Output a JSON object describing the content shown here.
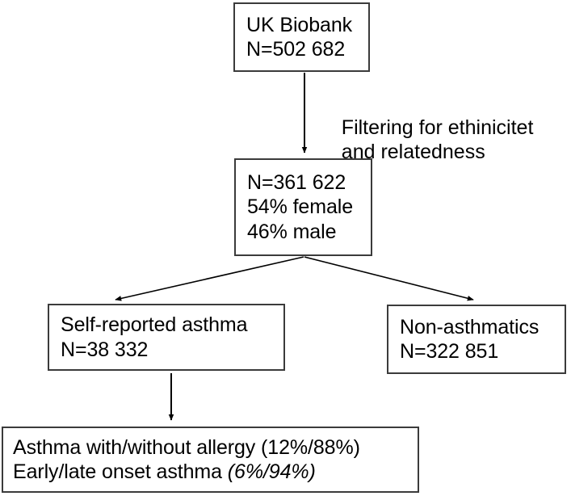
{
  "diagram": {
    "title": "UK Biobank asthma cohort flowchart",
    "type": "flowchart",
    "stroke_color": "#3b3b3b",
    "text_color": "#000000",
    "background": "#ffffff",
    "nodes": {
      "uk_biobank": {
        "line1": "UK Biobank",
        "line2": "N=502 682"
      },
      "filtered": {
        "line1": "N=361 622",
        "line2": "54% female",
        "line3": "46% male"
      },
      "self_reported_asthma": {
        "line1": "Self-reported asthma",
        "line2": "N=38 332"
      },
      "non_asthmatics": {
        "line1": "Non-asthmatics",
        "line2": "N=322 851"
      },
      "asthma_subtypes": {
        "line1_plain": "Asthma with/without allergy (12%/88%)",
        "line2_plain": "Early/late onset asthma ",
        "line2_italic": "(6%/94%)"
      }
    },
    "edges": {
      "filtering_label_line1": "Filtering for ethinicitet",
      "filtering_label_line2": "and relatedness"
    }
  }
}
